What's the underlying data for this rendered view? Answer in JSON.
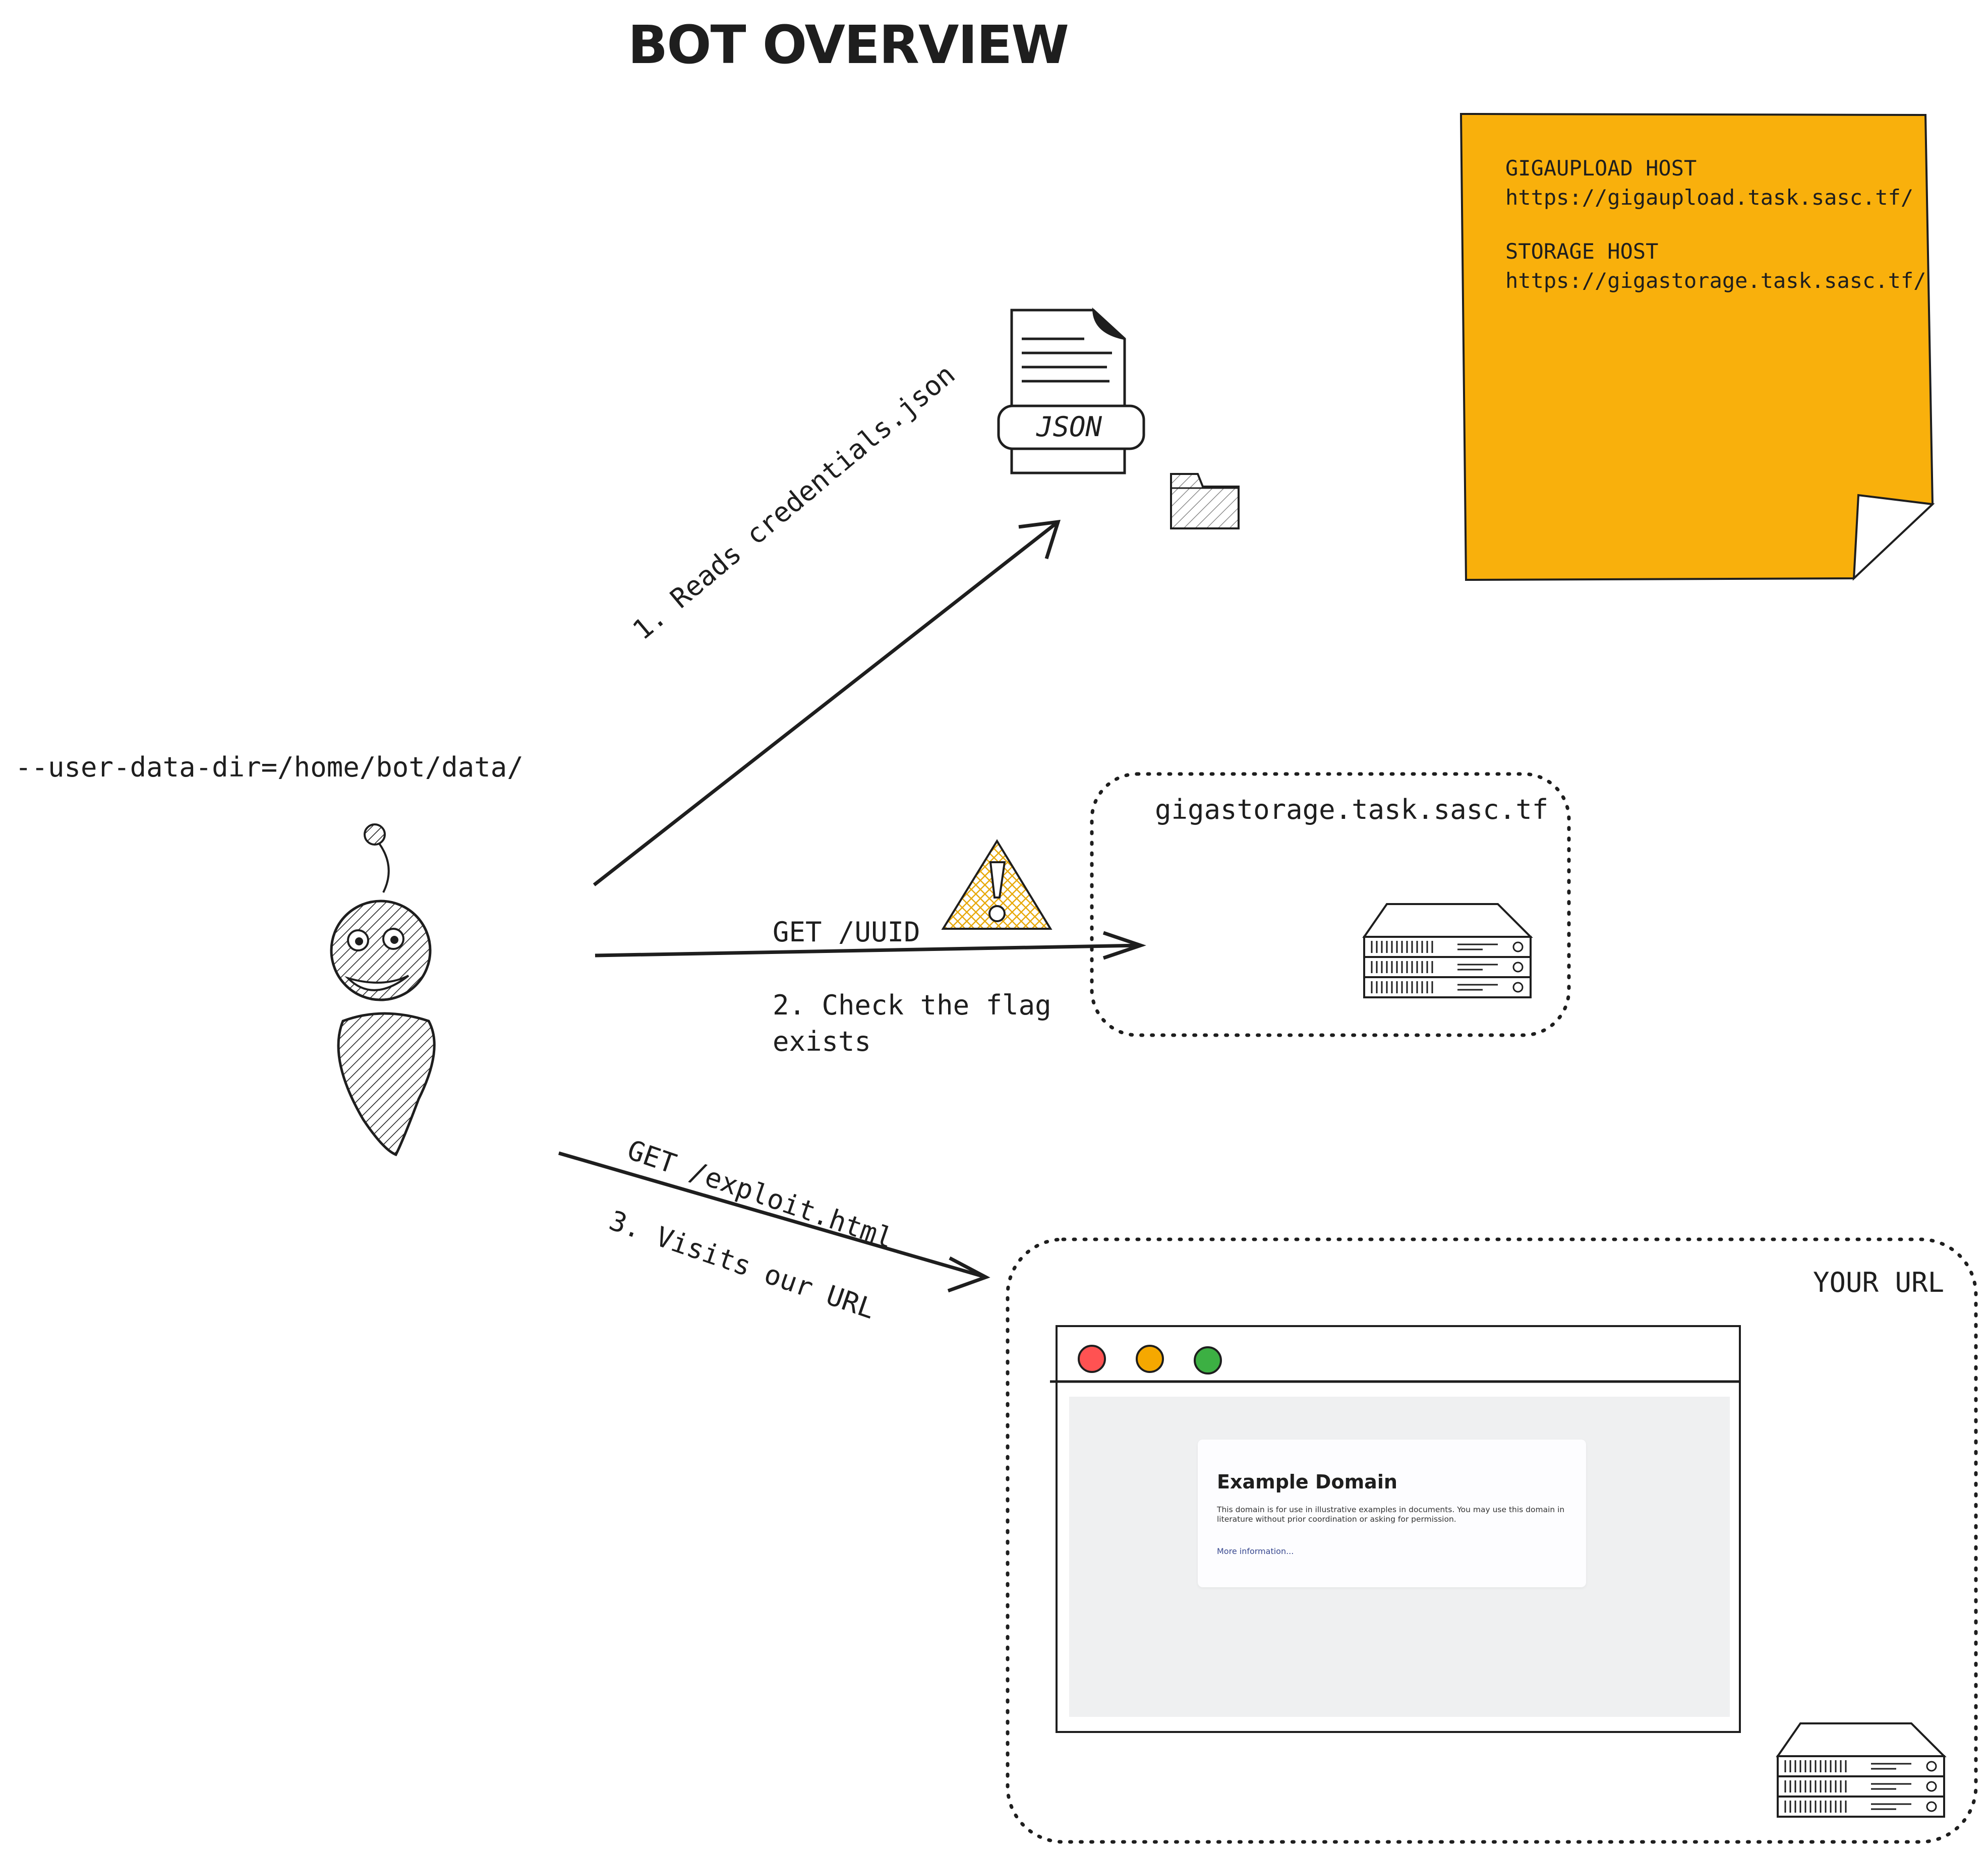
{
  "title": "BOT OVERVIEW",
  "bot": {
    "arg": "--user-data-dir=/home/bot/data/"
  },
  "note": {
    "line1": "GIGAUPLOAD HOST",
    "line2": "https://gigaupload.task.sasc.tf/",
    "line3": "STORAGE HOST",
    "line4": "https://gigastorage.task.sasc.tf/",
    "color": "#f9b00c"
  },
  "json_doc": {
    "label": "JSON"
  },
  "steps": {
    "step1": "1. Reads credentials.json",
    "step2_request": "GET /UUID",
    "step2_line1": "2. Check the flag",
    "step2_line2": "exists",
    "step3_request": "GET /exploit.html",
    "step3_label": "3. Visits our URL"
  },
  "storage_box": {
    "label": "gigastorage.task.sasc.tf"
  },
  "url_box": {
    "label": "YOUR URL"
  },
  "browser": {
    "dots": [
      "#ff5252",
      "#f5a800",
      "#3cb043"
    ],
    "card_title": "Example Domain",
    "card_text": "This domain is for use in illustrative examples in documents. You may use this domain in literature without prior coordination or asking for permission.",
    "card_link": "More information..."
  },
  "icons": {
    "bot": "robot-figure-icon",
    "document": "json-document-icon",
    "folder": "folder-icon",
    "warning": "warning-triangle-icon",
    "server": "server-rack-icon"
  },
  "colors": {
    "warning_fill": "#f5cb5c",
    "ink": "#1e1e1e"
  }
}
